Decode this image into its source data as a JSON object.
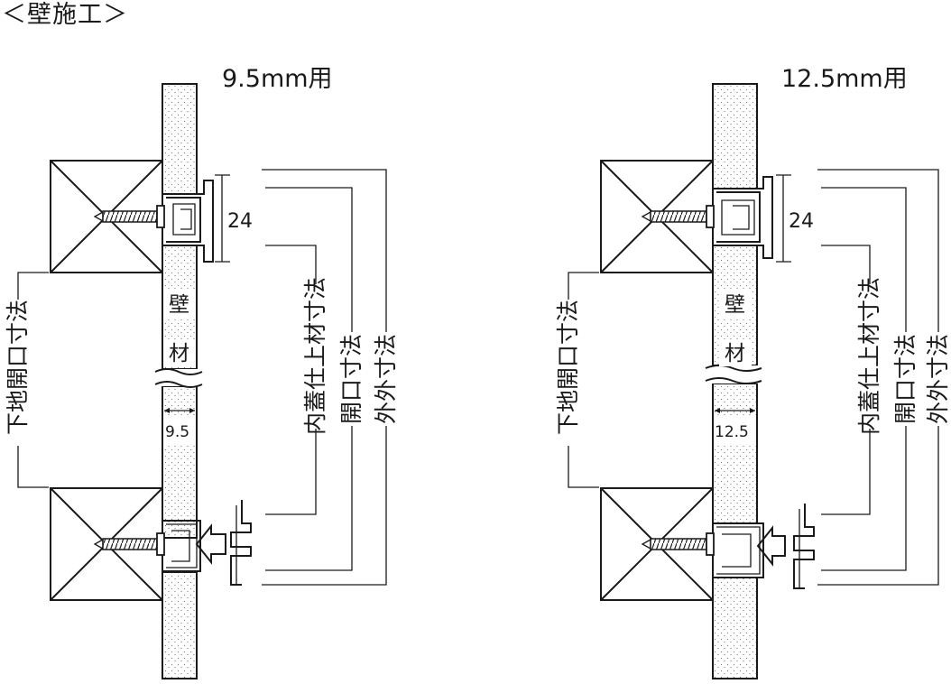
{
  "title": "＜壁施工＞",
  "panels": [
    {
      "id": "9_5",
      "heading": "9.5mm用",
      "height_label": "24",
      "thickness_label": "9.5",
      "wall_char_1": "壁",
      "wall_char_2": "材",
      "label_base_opening": "下地開口寸法",
      "label_inner_cover": "内蓋仕上材寸法",
      "label_opening": "開口寸法",
      "label_outer": "外外寸法"
    },
    {
      "id": "12_5",
      "heading": "12.5mm用",
      "height_label": "24",
      "thickness_label": "12.5",
      "wall_char_1": "壁",
      "wall_char_2": "材",
      "label_base_opening": "下地開口寸法",
      "label_inner_cover": "内蓋仕上材寸法",
      "label_opening": "開口寸法",
      "label_outer": "外外寸法"
    }
  ]
}
